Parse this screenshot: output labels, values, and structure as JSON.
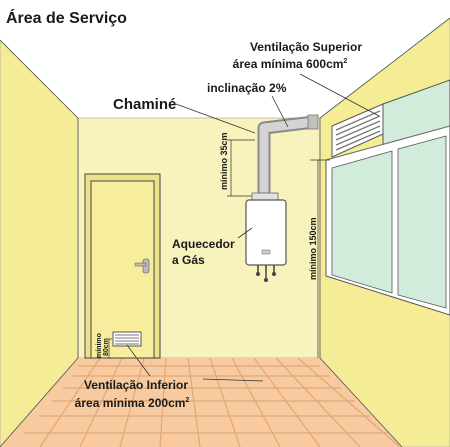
{
  "title": "Área de Serviço",
  "labels": {
    "vent_sup_line1": "Ventilação Superior",
    "vent_sup_line2": "área mínima 600cm",
    "vent_sup_sup": "2",
    "inclinacao": "inclinação 2%",
    "chamine": "Chaminé",
    "minimo_35": "mínimo 35cm",
    "aquecedor_line1": "Aquecedor",
    "aquecedor_line2": "a Gás",
    "minimo_150": "mínimo 150cm",
    "minimo_80_line1": "mínimo",
    "minimo_80_line2": "80cm",
    "vent_inf_line1": "Ventilação Inferior",
    "vent_inf_line2": "área mínima 200cm",
    "vent_inf_sup": "2"
  },
  "colors": {
    "wall_side": "#f5ec96",
    "wall_back": "#f8f2bc",
    "ceiling": "#ffffff",
    "floor": "#f7caa0",
    "floor_grout": "#e3a676",
    "door": "#f6ee9c",
    "glass": "#d2ecdb",
    "frame": "#ffffff",
    "outline": "#333333"
  }
}
